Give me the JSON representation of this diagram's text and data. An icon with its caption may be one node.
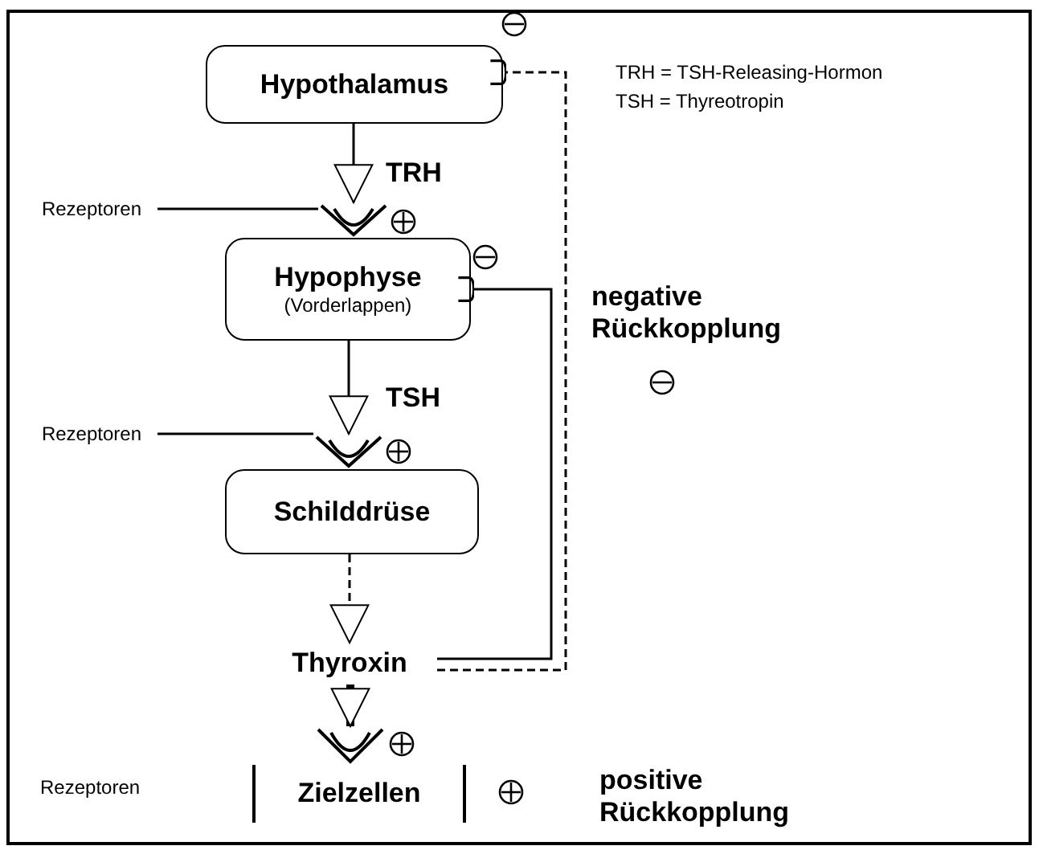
{
  "diagram": {
    "nodes": [
      {
        "text": [
          "Hypothalamus"
        ]
      },
      {
        "text": [
          "Hypophyse",
          "(Vorderlappen)"
        ]
      },
      {
        "text": [
          "Schilddrüse"
        ]
      },
      {
        "text": [
          "Thyroxin"
        ]
      },
      {
        "text": [
          "Zielzellen"
        ]
      },
      {
        "text": [
          "Rezeptoren"
        ]
      },
      {
        "text": [
          "Rezeptoren"
        ]
      },
      {
        "text": [],
        "shape": "cup"
      },
      {
        "text": [],
        "shape": "cup"
      },
      {
        "text": [],
        "shape": "cup"
      }
    ],
    "edges": [
      {
        "from": 0,
        "to": 7,
        "arrow": "to",
        "label": "TRH"
      },
      {
        "from": 1,
        "to": 8,
        "arrow": "to",
        "label": "TSH"
      },
      {
        "from": 2,
        "to": 3,
        "arrow": "to",
        "style": "dashed"
      },
      {
        "from": 3,
        "to": 9,
        "arrow": "to",
        "style": "thick"
      },
      {
        "from": 3,
        "to": 1,
        "arrow": "other"
      },
      {
        "from": 3,
        "to": 0,
        "arrow": "other",
        "style": "dashed"
      },
      {
        "from": 5,
        "to": 7,
        "arrow": "none"
      },
      {
        "from": 6,
        "to": 8,
        "arrow": "none"
      }
    ],
    "labels": [
      "TRH = TSH-Releasing-Hormon",
      "TSH = Thyreotropin",
      "Rezeptoren"
    ],
    "legend": [
      {
        "text": "negative Rückkopplung"
      },
      {
        "text": "positive Rückkopplung"
      }
    ]
  }
}
